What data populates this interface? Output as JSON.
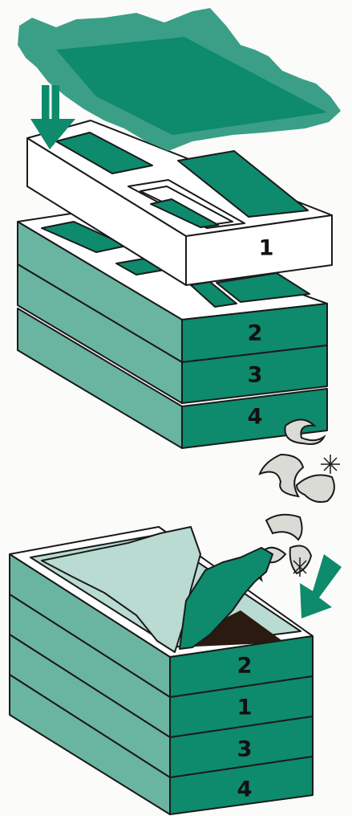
{
  "colors": {
    "teal": "#0e8a6c",
    "teal_light": "#6ab5a1",
    "teal_mid": "#3a9f86",
    "liner": "#b9dbd2",
    "white": "#ffffff",
    "compost": "#2a1a10",
    "outline": "#1a1a1a",
    "background": "#fbfbf9"
  },
  "icons": {
    "lid": "lid-icon",
    "arrow_down": "arrow-down-icon",
    "arrow_down_right": "arrow-down-right-icon",
    "shells": "garlic-shell-icon"
  },
  "top_stack": {
    "labels": [
      "1",
      "2",
      "3",
      "4"
    ]
  },
  "bottom_stack": {
    "labels": [
      "2",
      "1",
      "3",
      "4"
    ]
  }
}
